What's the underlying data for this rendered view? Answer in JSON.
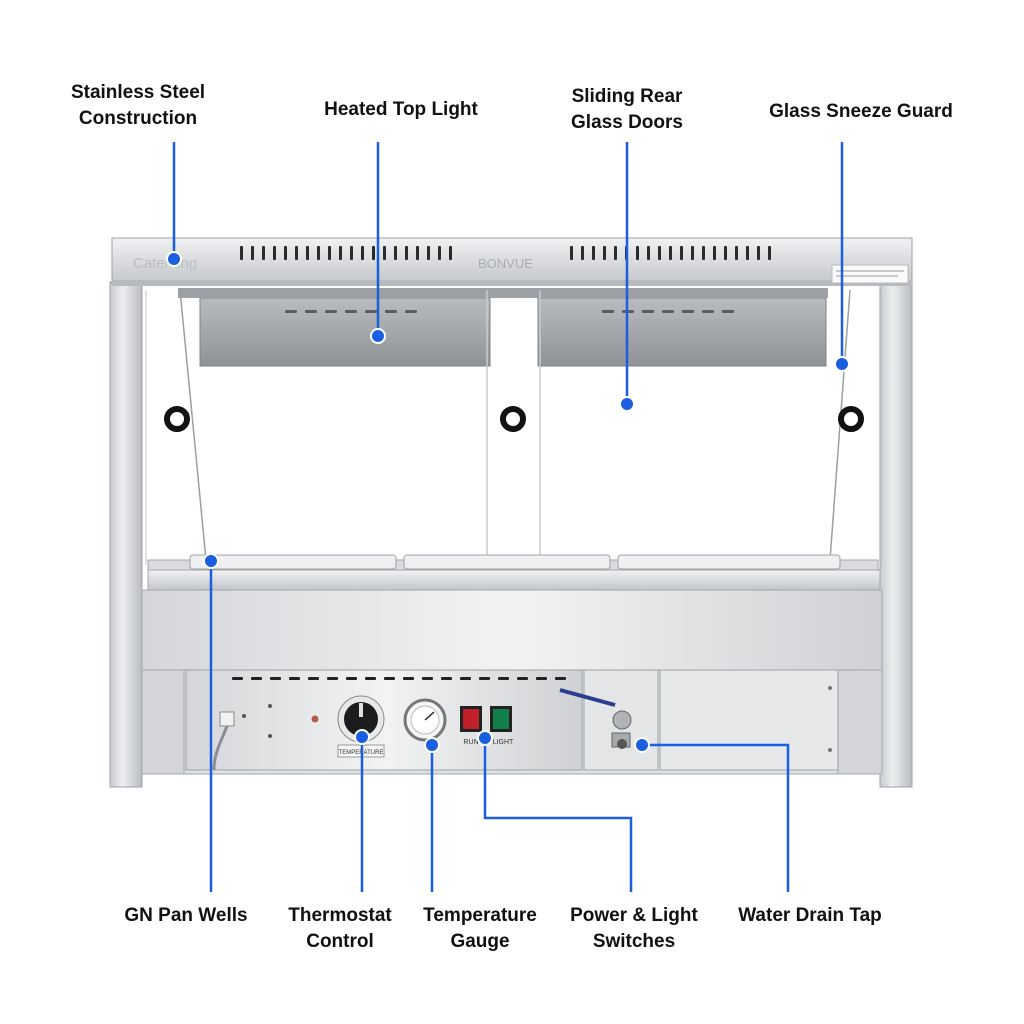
{
  "labels": {
    "stainless_steel": [
      "Stainless Steel",
      "Construction"
    ],
    "heated_top_light": [
      "Heated Top Light"
    ],
    "sliding_rear_glass_doors": [
      "Sliding Rear",
      "Glass Doors"
    ],
    "glass_sneeze_guard": [
      "Glass Sneeze Guard"
    ],
    "gn_pan_wells": [
      "GN Pan Wells"
    ],
    "thermostat_control": [
      "Thermostat",
      "Control"
    ],
    "temperature_gauge": [
      "Temperature",
      "Gauge"
    ],
    "power_light_switches": [
      "Power & Light",
      "Switches"
    ],
    "water_drain_tap": [
      "Water Drain Tap"
    ]
  },
  "product_text": {
    "brand_left": "Caterking",
    "brand_center": "BONVUE",
    "knob_plate": "TEMPERATURE",
    "switch_run": "RUN",
    "switch_light": "LIGHT"
  },
  "colors": {
    "callout_blue": "#1a5fe0",
    "steel_light": "#e6e7e9",
    "steel_mid": "#c8cacd",
    "steel_dark": "#a9acb0",
    "switch_run": "#c0202a",
    "switch_light": "#12804a"
  }
}
